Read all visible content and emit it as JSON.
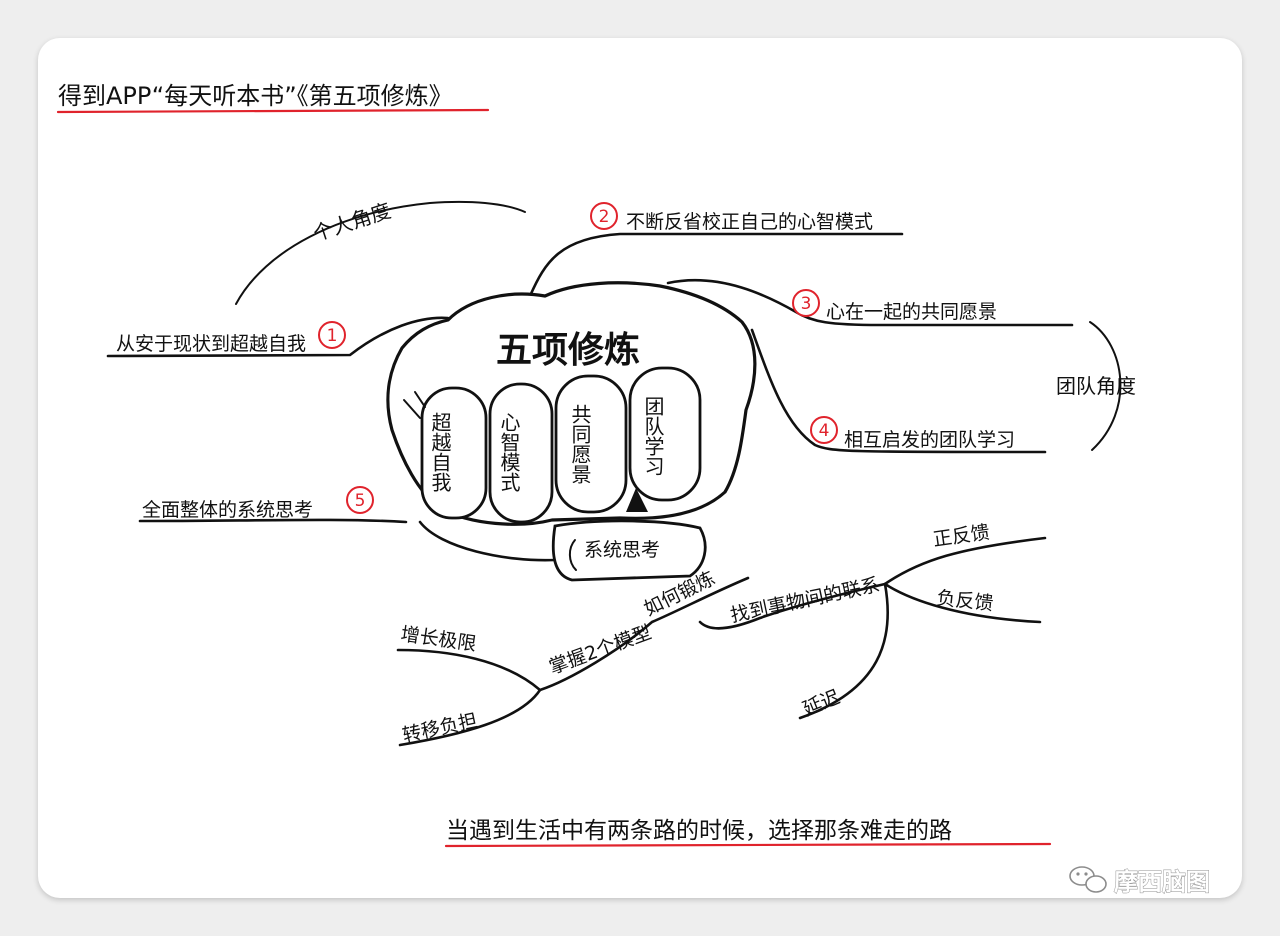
{
  "header": {
    "title": "得到APP“每天听本书”《第五项修炼》"
  },
  "center": {
    "title": "五项修炼",
    "fingers": [
      "超越自我",
      "心智模式",
      "共同愿景",
      "团队学习"
    ],
    "thumb": "系统思考"
  },
  "perspectives": {
    "personal": "个人角度",
    "team": "团队角度"
  },
  "branches": [
    {
      "num": "1",
      "text": "从安于现状到超越自我"
    },
    {
      "num": "2",
      "text": "不断反省校正自己的心智模式"
    },
    {
      "num": "3",
      "text": "心在一起的共同愿景"
    },
    {
      "num": "4",
      "text": "相互启发的团队学习"
    },
    {
      "num": "5",
      "text": "全面整体的系统思考"
    }
  ],
  "practice": {
    "how": "如何锻炼",
    "connect": "找到事物间的联系",
    "positive": "正反馈",
    "negative": "负反馈",
    "delay": "延迟",
    "models": "掌握2个模型",
    "limits": "增长极限",
    "shift": "转移负担"
  },
  "footer": {
    "motto": "当遇到生活中有两条路的时候，选择那条难走的路"
  },
  "watermark": {
    "text": "摩西脑图",
    "icon": "wechat-icon"
  }
}
